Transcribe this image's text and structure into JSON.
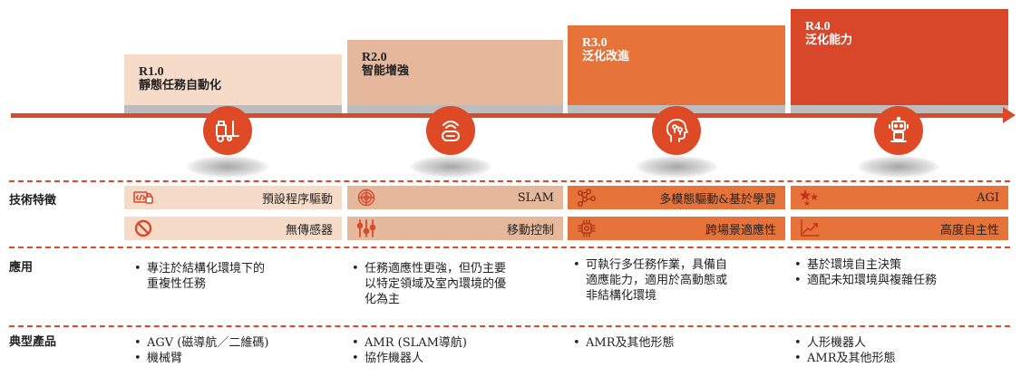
{
  "colors": {
    "stage1": "#f6dcc8",
    "stage2": "#e5b79b",
    "stage3": "#e6733a",
    "stage4": "#d9472b",
    "accent": "#d94a2a"
  },
  "stages": [
    {
      "code": "R1.0",
      "title": "靜態任務自動化",
      "icon": "forklift-icon"
    },
    {
      "code": "R2.0",
      "title": "智能增強",
      "icon": "wireless-robot-icon"
    },
    {
      "code": "R3.0",
      "title": "泛化改進",
      "icon": "ai-head-icon"
    },
    {
      "code": "R4.0",
      "title": "泛化能力",
      "icon": "humanoid-robot-icon"
    }
  ],
  "rows": {
    "tech": "技術特徵",
    "apps": "應用",
    "products": "典型產品"
  },
  "features": [
    [
      {
        "label": "預設程序驅動",
        "icon": "code-lock-icon"
      },
      {
        "label": "無傳感器",
        "icon": "prohibited-icon"
      }
    ],
    [
      {
        "label": "SLAM",
        "icon": "radar-icon"
      },
      {
        "label": "移動控制",
        "icon": "sliders-icon"
      }
    ],
    [
      {
        "label": "多模態驅動&基於學習",
        "icon": "network-nodes-icon"
      },
      {
        "label": "跨場景適應性",
        "icon": "chip-icon"
      }
    ],
    [
      {
        "label": "AGI",
        "icon": "stars-icon"
      },
      {
        "label": "高度自主性",
        "icon": "trend-chart-icon"
      }
    ]
  ],
  "applications": [
    [
      "專注於結構化環境下的",
      "重複性任務"
    ],
    [
      "任務適應性更強，但仍主要",
      "以特定領域及室內環境的優",
      "化為主"
    ],
    [
      "可執行多任務作業，具備自",
      "適應能力，適用於高動態或",
      "非結構化環境"
    ],
    [
      "基於環境自主決策",
      "適配未知環境與複雜任務"
    ]
  ],
  "products": [
    [
      "AGV (磁導航／二維碼)",
      "機械臂"
    ],
    [
      "AMR (SLAM導航)",
      "協作機器人"
    ],
    [
      "AMR及其他形態"
    ],
    [
      "人形機器人",
      "AMR及其他形態"
    ]
  ]
}
